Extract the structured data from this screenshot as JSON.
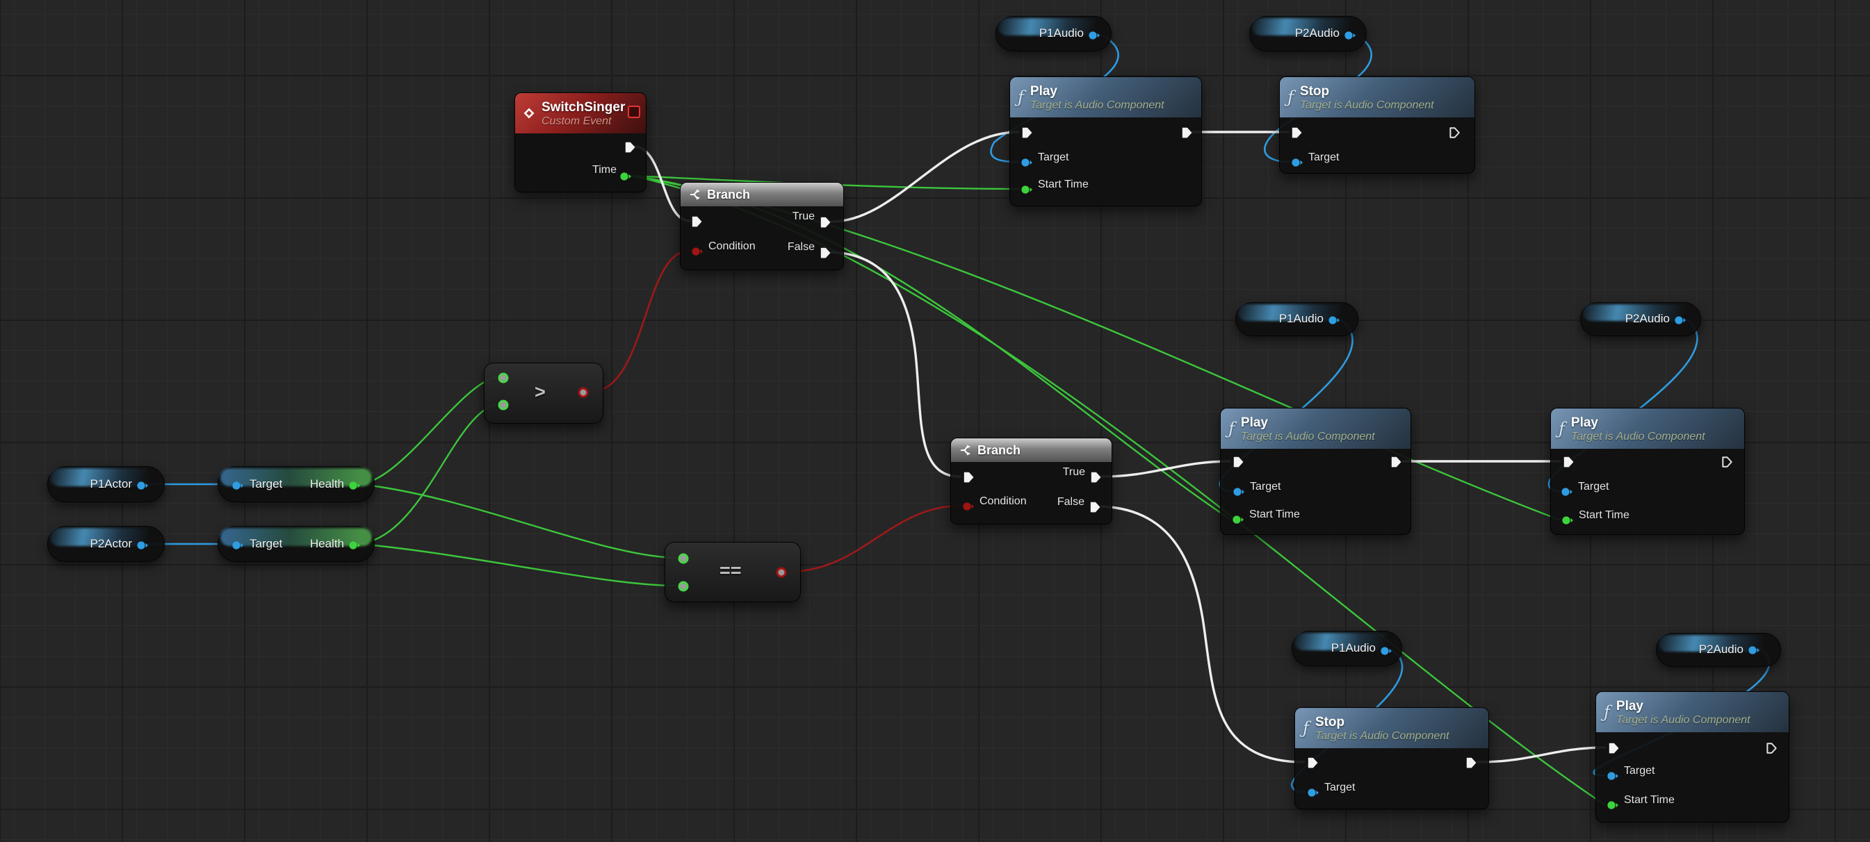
{
  "editor": "blueprint-graph",
  "node_types": {
    "custom_event": {
      "title": "SwitchSinger",
      "subtitle": "Custom Event",
      "time_label": "Time"
    },
    "branch": {
      "title": "Branch",
      "condition_label": "Condition",
      "true_label": "True",
      "false_label": "False"
    },
    "play": {
      "title": "Play",
      "subtitle": "Target is Audio Component",
      "target_label": "Target",
      "start_time_label": "Start Time"
    },
    "stop": {
      "title": "Stop",
      "subtitle": "Target is Audio Component",
      "target_label": "Target"
    },
    "operators": {
      "greater": ">",
      "equals": "=="
    }
  },
  "variables": {
    "p1audio": "P1Audio",
    "p2audio": "P2Audio",
    "p1actor": "P1Actor",
    "p2actor": "P2Actor",
    "target": "Target",
    "health": "Health"
  },
  "icons": {
    "function_glyph": "ƒ",
    "custom_event_icon": "diamond",
    "branch_icon": "fork-arrows",
    "editable_event_indicator": "red-square"
  },
  "colors": {
    "background": "#262626",
    "exec_wire": "#eeeeee",
    "object_pin": "#2f9de2",
    "float_pin": "#3cd43c",
    "bool_pin": "#a01414",
    "event_header": "#9e2020",
    "function_header": "#4a6886",
    "branch_header": "#8a8a8a"
  }
}
